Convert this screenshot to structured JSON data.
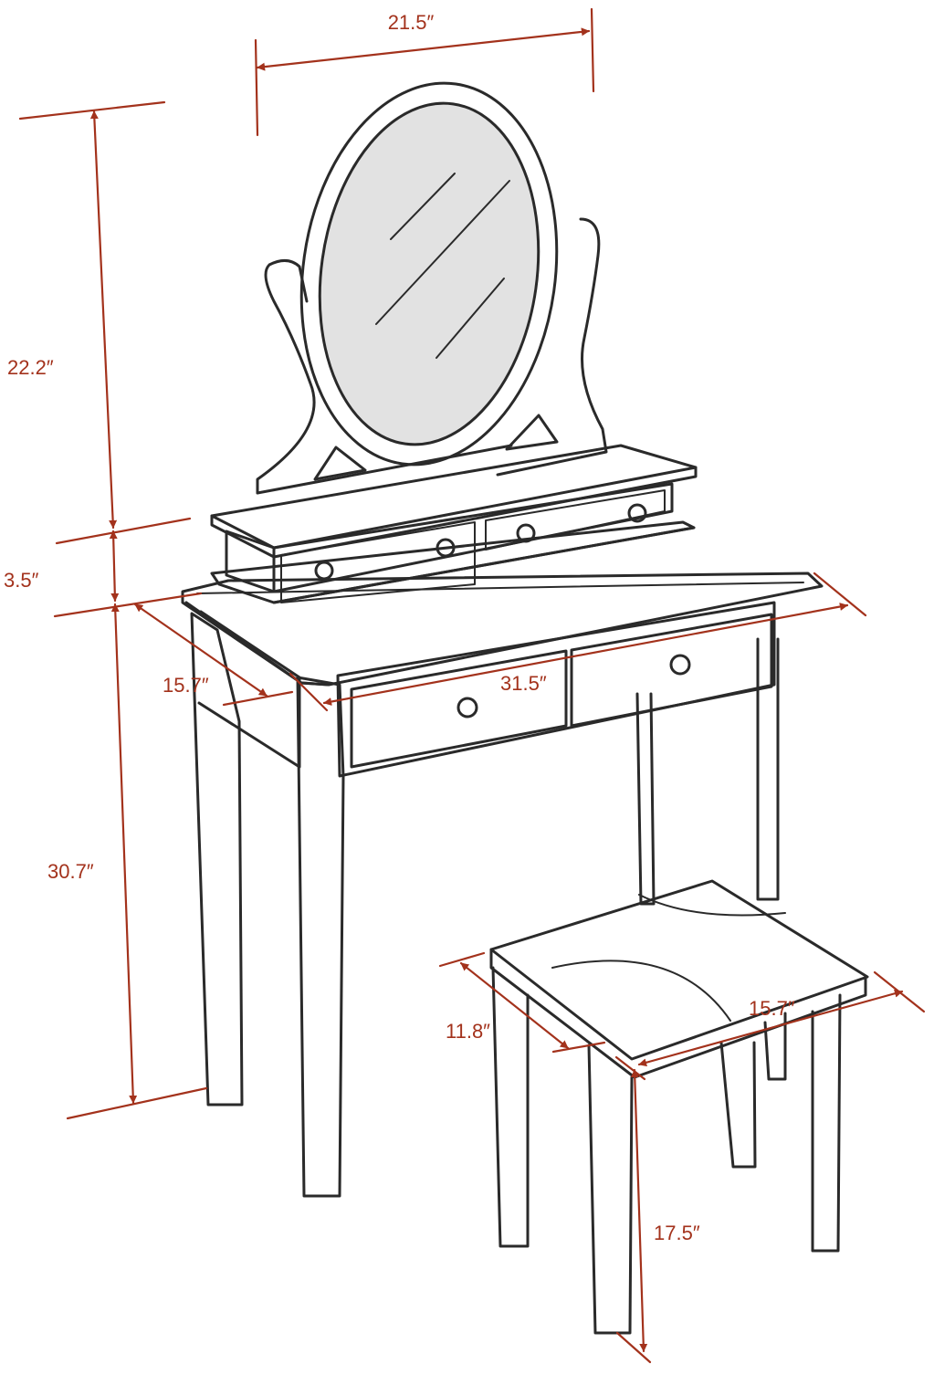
{
  "colors": {
    "dimension": "#a3321c",
    "outline": "#2a2a2a",
    "mirror_glass": "#e2e2e2",
    "background": "#ffffff"
  },
  "dimensions": {
    "mirror_width": "21.5″",
    "mirror_height": "22.2″",
    "hutch_height": "3.5″",
    "table_depth": "15.7″",
    "table_width": "31.5″",
    "table_height": "30.7″",
    "stool_depth": "11.8″",
    "stool_width": "15.7″",
    "stool_height": "17.5″"
  }
}
